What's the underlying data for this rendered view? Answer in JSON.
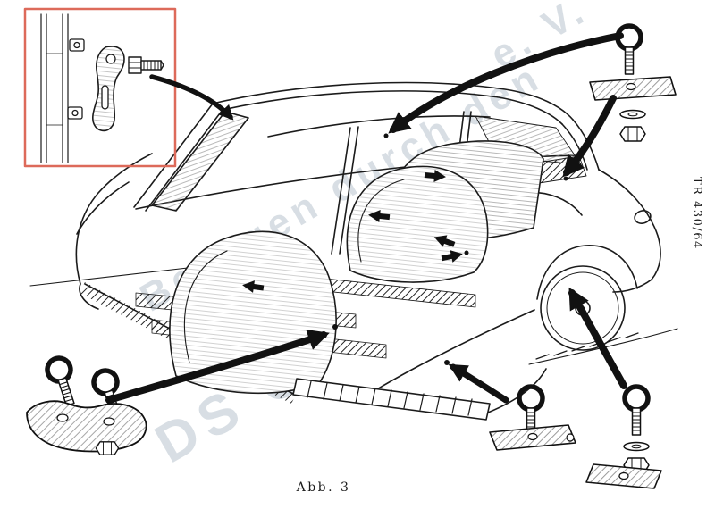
{
  "figure": {
    "caption": "Abb. 3",
    "reference_code": "TR 430/64",
    "watermark": {
      "line1": "Bezogen durch den",
      "line2": "e. V.",
      "line3": "DS C"
    },
    "colors": {
      "ink": "#1b1b1b",
      "highlight_red": "#dd6a5a",
      "watermark_gray": "#cfd7de",
      "paper": "#ffffff"
    },
    "illustration": {
      "subject": "car-cutaway-seat-belt-anchorage-points",
      "inset_detail": "pillar-anchor-strap-with-bolt",
      "hardware": [
        "eyebolt-plate-washer-nut-top-right",
        "twin-eyebolt-anchor-plate-bottom-left",
        "eyebolt-anchor-plate-bottom-center",
        "eyebolt-washer-nut-plate-bottom-right"
      ]
    }
  }
}
